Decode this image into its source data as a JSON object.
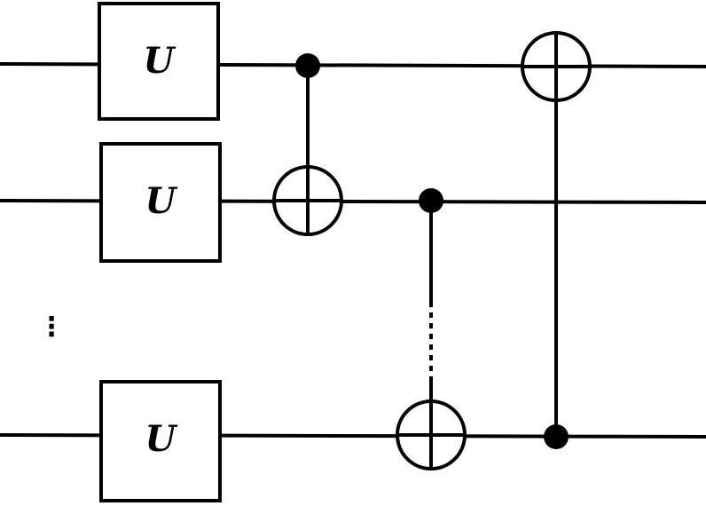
{
  "gate_label": "U",
  "row_ellipsis": "⋮",
  "gates": [
    {
      "qubit": 0,
      "label": "U"
    },
    {
      "qubit": 1,
      "label": "U"
    },
    {
      "qubit": 2,
      "label": "U"
    }
  ],
  "cnots": [
    {
      "control": 0,
      "target": 1
    },
    {
      "control": 1,
      "target": 2
    },
    {
      "control": 2,
      "target": 0
    }
  ]
}
